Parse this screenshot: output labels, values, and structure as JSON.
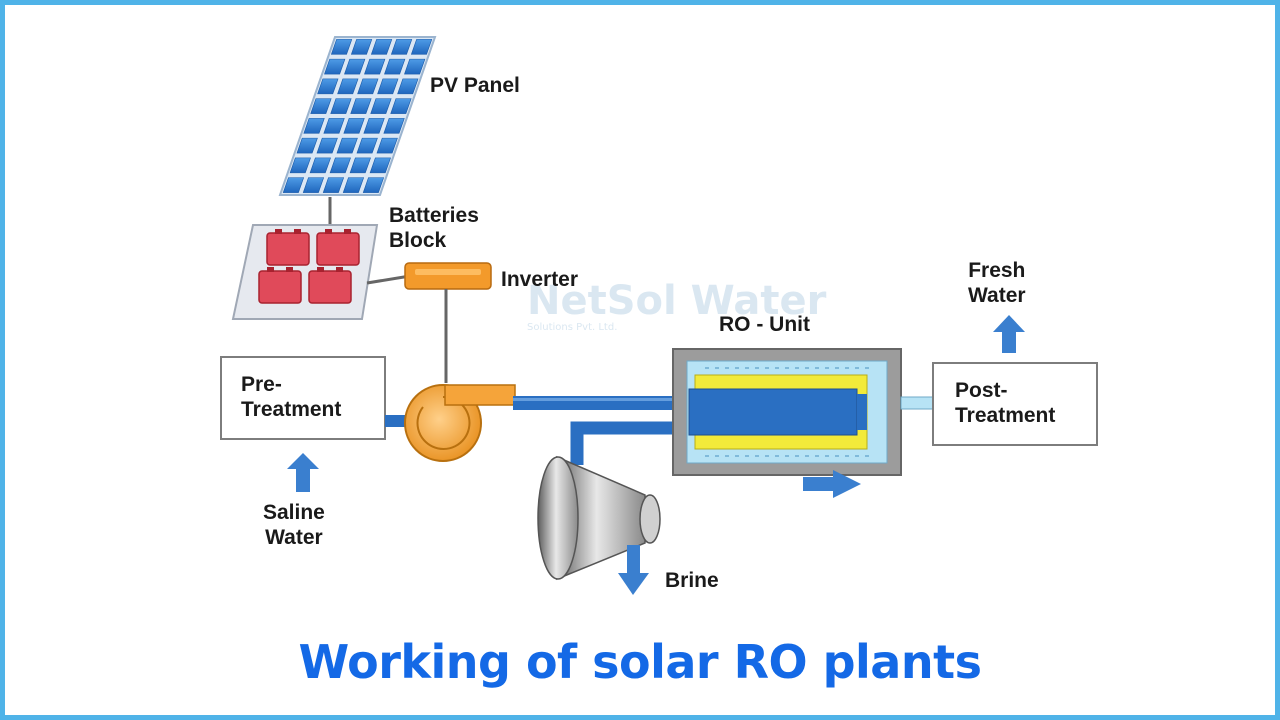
{
  "labels": {
    "pv_panel": "PV Panel",
    "batteries_block": [
      "Batteries",
      "Block"
    ],
    "inverter": "Inverter",
    "ro_unit": "RO - Unit",
    "fresh_water": [
      "Fresh",
      "Water"
    ],
    "pre_treatment": [
      "Pre-",
      "Treatment"
    ],
    "post_treatment": [
      "Post-",
      "Treatment"
    ],
    "saline_water": [
      "Saline",
      "Water"
    ],
    "brine": "Brine"
  },
  "caption": "Working of solar RO plants",
  "watermark": {
    "line1": "NetSol",
    "line2": "Water",
    "tagline": "Solutions Pvt. Ltd."
  },
  "colors": {
    "frame_border": "#4fb3e8",
    "caption": "#1469e6",
    "pipe": "#2a6fc2",
    "panel_cell": "#2b7fd4",
    "battery": "#e04a5a",
    "inverter": "#f39a2b",
    "pump": "#f5a43a",
    "membrane": "#f2ea3a",
    "arrow": "#3a7fcf"
  }
}
